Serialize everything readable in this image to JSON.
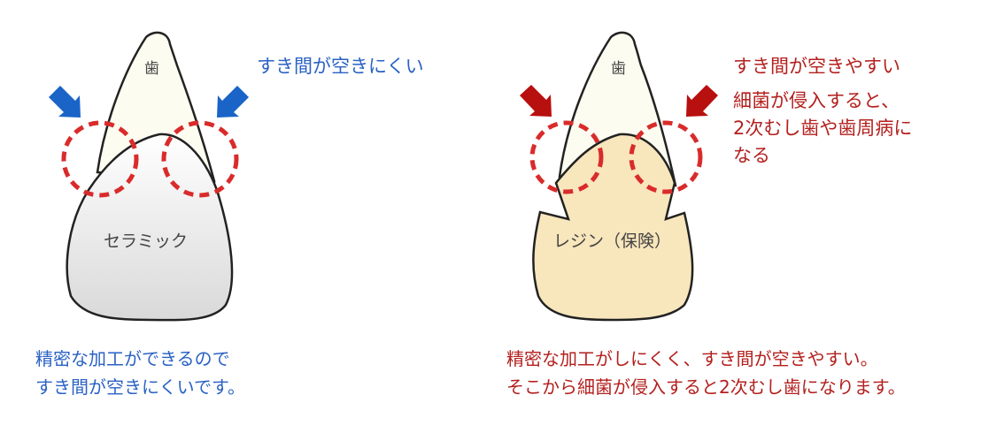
{
  "left_panel": {
    "tooth_label": "歯",
    "crown_label": "セラミック",
    "callout": "すき間が空きにくい",
    "caption_lines": [
      "精密な加工ができるので",
      "すき間が空きにくいです。"
    ],
    "accent_color": "#1a64c8",
    "crown_fill": "#e8e8e8",
    "arrow_icon": "down-arrow-icon"
  },
  "right_panel": {
    "tooth_label": "歯",
    "crown_label": "レジン（保険）",
    "callout_lines": [
      "すき間が空きやすい",
      "細菌が侵入すると、",
      "2次むし歯や歯周病に",
      "なる"
    ],
    "caption_lines": [
      "精密な加工がしにくく、すき間が空きやすい。",
      "そこから細菌が侵入すると2次むし歯になります。"
    ],
    "accent_color": "#b3201e",
    "crown_fill": "#f8e6bc",
    "arrow_icon": "down-arrow-icon"
  },
  "colors": {
    "tooth_fill": "#fcfcf0",
    "outline": "#222222",
    "dashed_circle": "#d92b2b"
  }
}
